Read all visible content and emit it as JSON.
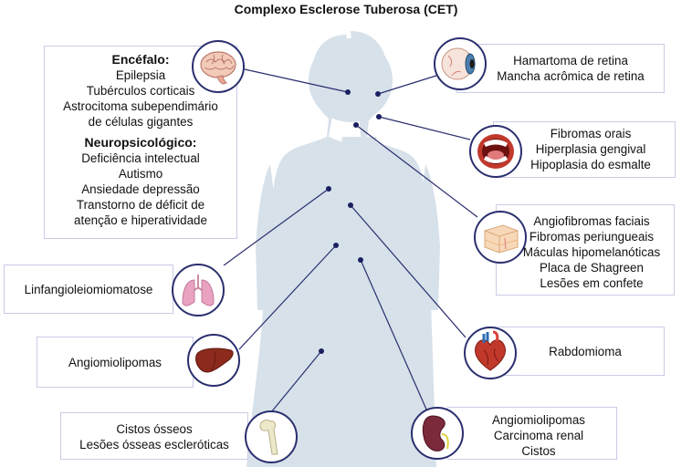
{
  "title": "Complexo Esclerose Tuberosa (CET)",
  "colors": {
    "body": "#d7e1ea",
    "line": "#2a2f6e",
    "dot": "#1b2060",
    "border": "#c9cbe6"
  },
  "brain_box": {
    "heading1": "Encéfalo:",
    "items1": [
      "Epilepsia",
      "Tubérculos corticais",
      "Astrocitoma subependimário",
      "de células gigantes"
    ],
    "heading2": "Neuropsicológico:",
    "items2": [
      "Deficiência intelectual",
      "Autismo",
      "Ansiedade depressão",
      "Transtorno de déficit de",
      "atenção e hiperatividade"
    ]
  },
  "lung_box": {
    "items": [
      "Linfangioleiomiomatose"
    ]
  },
  "liver_box": {
    "items": [
      "Angiomiolipomas"
    ]
  },
  "bone_box": {
    "items": [
      "Cistos ósseos",
      "Lesões ósseas escleróticas"
    ]
  },
  "eye_box": {
    "items": [
      "Hamartoma de retina",
      "Mancha acrômica de retina"
    ]
  },
  "mouth_box": {
    "items": [
      "Fibromas orais",
      "Hiperplasia gengival",
      "Hipoplasia do esmalte"
    ]
  },
  "skin_box": {
    "items": [
      "Angiofibromas faciais",
      "Fibromas periungueais",
      "Máculas hipomelanóticas",
      "Placa de Shagreen",
      "Lesões em confete"
    ]
  },
  "heart_box": {
    "items": [
      "Rabdomioma"
    ]
  },
  "kidney_box": {
    "items": [
      "Angiomiolipomas",
      "Carcinoma renal",
      "Cistos"
    ]
  },
  "icons": [
    "brain-icon",
    "lungs-icon",
    "liver-icon",
    "bone-icon",
    "eye-icon",
    "mouth-icon",
    "skin-icon",
    "heart-icon",
    "kidney-icon"
  ]
}
